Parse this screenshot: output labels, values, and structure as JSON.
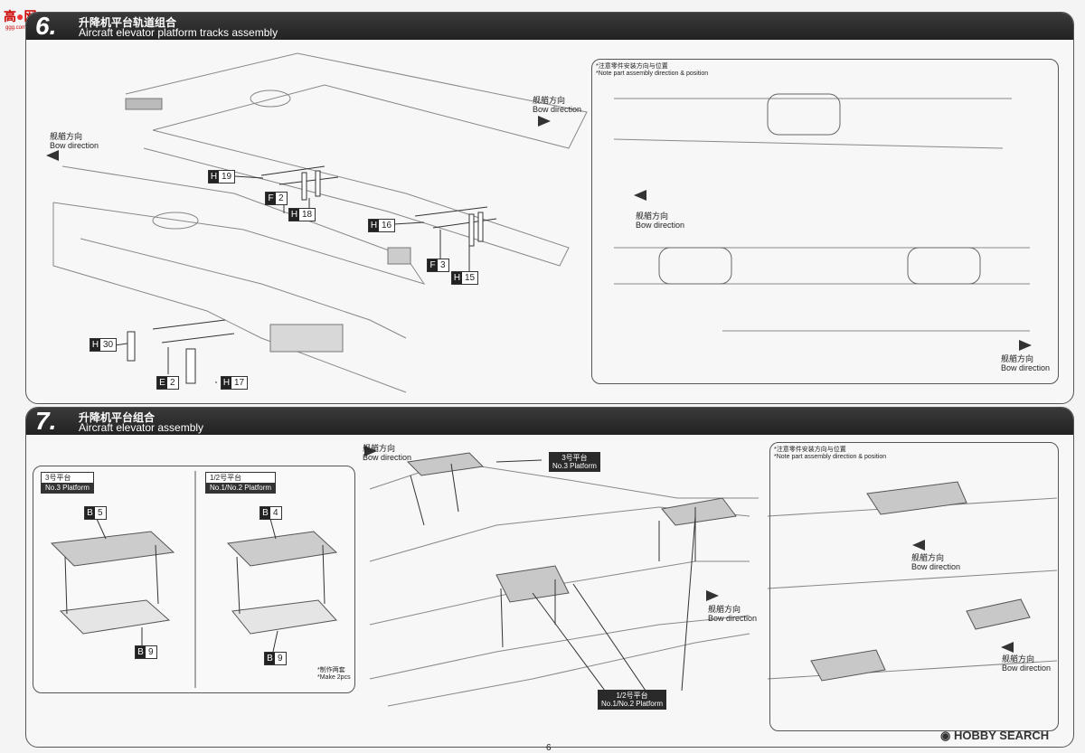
{
  "logo": {
    "cn": "高",
    "cn2": "网",
    "site": "ggg.com.cn"
  },
  "step6": {
    "number": "6.",
    "title_cn": "升降机平台轨道组合",
    "title_en": "Aircraft elevator platform tracks assembly",
    "bow_cn": "舰艏方向",
    "bow_en": "Bow direction",
    "parts": [
      "H19",
      "F2",
      "H18",
      "H16",
      "F3",
      "H15",
      "H30",
      "E2",
      "H17"
    ],
    "part_letters": [
      "H",
      "F",
      "H",
      "H",
      "F",
      "H",
      "H",
      "E",
      "H"
    ],
    "part_nums": [
      "19",
      "2",
      "18",
      "16",
      "3",
      "15",
      "30",
      "2",
      "17"
    ],
    "note_cn": "*注意零件安装方向与位置",
    "note_en": "*Note part assembly direction & position"
  },
  "step7": {
    "number": "7.",
    "title_cn": "升降机平台组合",
    "title_en": "Aircraft elevator assembly",
    "bow_cn": "舰艏方向",
    "bow_en": "Bow direction",
    "no3_cn": "3号平台",
    "no3_en": "No.3 Platform",
    "no12_cn": "1/2号平台",
    "no12_en": "No.1/No.2 Platform",
    "part_letters": [
      "B",
      "B",
      "B",
      "B"
    ],
    "part_nums": [
      "5",
      "9",
      "4",
      "9"
    ],
    "make_cn": "*制作两套",
    "make_en": "*Make 2pcs",
    "note_cn": "*注意零件安装方向与位置",
    "note_en": "*Note part assembly direction & position"
  },
  "footer": {
    "page": "6",
    "watermark": "HOBBY SEARCH"
  }
}
